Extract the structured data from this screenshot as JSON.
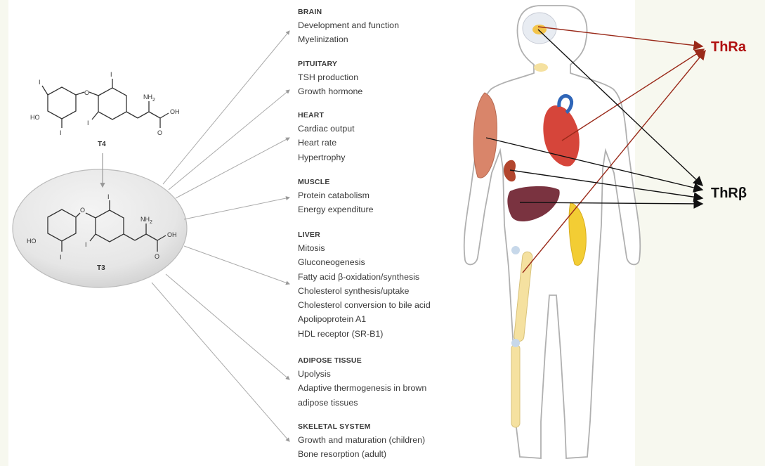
{
  "molecules": {
    "t4_label": "T4",
    "t3_label": "T3",
    "atoms": {
      "iodine": "I",
      "oxygen": "O",
      "hydroxyl": "HO",
      "amine": "NH",
      "amine_sub": "2",
      "carboxyl_oh": "OH"
    }
  },
  "organs": [
    {
      "heading": "BRAIN",
      "items": [
        "Development and function",
        "Myelinization"
      ]
    },
    {
      "heading": "PITUITARY",
      "items": [
        "TSH production",
        "Growth hormone"
      ]
    },
    {
      "heading": "HEART",
      "items": [
        "Cardiac output",
        "Heart rate",
        "Hypertrophy"
      ]
    },
    {
      "heading": "MUSCLE",
      "items": [
        "Protein catabolism",
        "Energy expenditure"
      ]
    },
    {
      "heading": "LIVER",
      "items": [
        "Mitosis",
        "Gluconeogenesis",
        "Fatty acid β-oxidation/synthesis",
        "Cholesterol synthesis/uptake",
        "Cholesterol conversion to bile acid",
        "Apolipoprotein A1",
        "HDL receptor (SR-B1)"
      ]
    },
    {
      "heading": "ADIPOSE TISSUE",
      "items": [
        "Upolysis",
        "Adaptive thermogenesis in brown",
        "adipose tissues"
      ]
    },
    {
      "heading": "SKELETAL SYSTEM",
      "items": [
        "Growth and maturation (children)",
        "Bone resorption (adult)"
      ]
    }
  ],
  "receptors": {
    "alpha": {
      "label": "ThRa",
      "color": "#b01010"
    },
    "beta": {
      "label": "ThRβ",
      "color": "#111111"
    }
  },
  "colors": {
    "alpha_arrow": "#9a2a1a",
    "beta_arrow": "#111111",
    "body_outline": "#b0b0b0",
    "muscle": "#d9856a",
    "liver": "#7a3340",
    "kidney": "#b2452d",
    "adipose": "#f3cd34",
    "bone": "#f5e1a0",
    "brain": "#f3c44a"
  }
}
